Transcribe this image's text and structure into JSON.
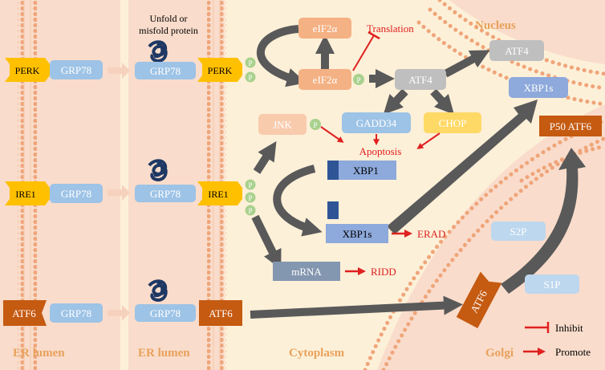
{
  "regions": {
    "er_lumen_1": "ER lumen",
    "er_lumen_2": "ER lumen",
    "cytoplasm": "Cytoplasm",
    "nucleus": "Nucleus",
    "golgi": "Golgi"
  },
  "proteins": {
    "perk_1": "PERK",
    "perk_2": "PERK",
    "ire1_1": "IRE1",
    "ire1_2": "IRE1",
    "atf6_1": "ATF6",
    "atf6_2": "ATF6",
    "atf6_golgi": "ATF6",
    "grp78_1": "GRP78",
    "grp78_2": "GRP78",
    "grp78_3": "GRP78",
    "grp78_4": "GRP78",
    "grp78_5": "GRP78",
    "grp78_6": "GRP78",
    "eif2a_top": "eIF2α",
    "eif2a_p": "eIF2α",
    "atf4_cyto": "ATF4",
    "atf4_nuc": "ATF4",
    "xbp1s_nuc": "XBP1s",
    "p50_atf6": "P50 ATF6",
    "jnk": "JNK",
    "gadd34": "GADD34",
    "chop": "CHOP",
    "xbp1": "XBP1",
    "xbp1s": "XBP1s",
    "mrna": "mRNA",
    "s2p": "S2P",
    "s1p": "S1P"
  },
  "labels": {
    "unfold": "Unfold or",
    "misfold": "misfold protein",
    "translation": "Translation",
    "apoptosis": "Apoptosis",
    "erad": "ERAD",
    "ridd": "RIDD",
    "p": "P"
  },
  "legend": {
    "inhibit": "Inhibit",
    "promote": "Promote"
  },
  "colors": {
    "er_band": "#F9DCCB",
    "cytoplasm": "#FDF0D8",
    "grp78": "#9DC3E6",
    "receptor": "#FFC000",
    "atf6": "#C55A11",
    "gray_arrow": "#595959",
    "red": "#E02020",
    "phospho": "#A9D18E",
    "region_text": "#E8A15B"
  }
}
